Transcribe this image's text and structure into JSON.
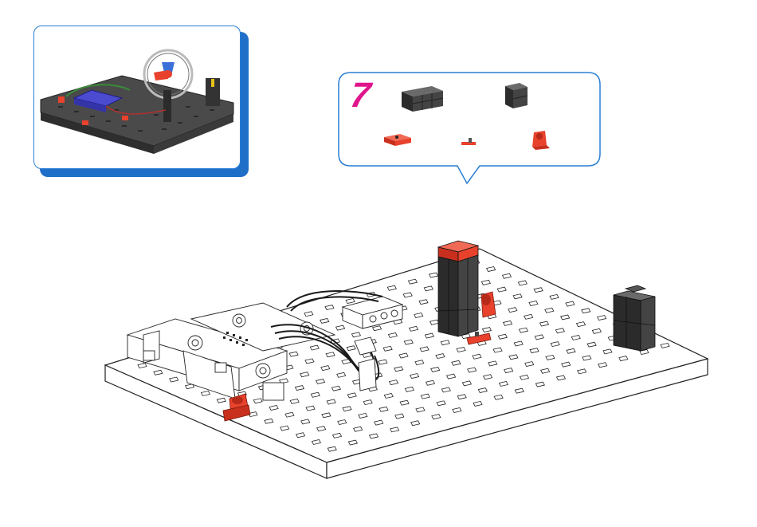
{
  "step": {
    "number": "7"
  },
  "parts_callout": {
    "parts": [
      {
        "name": "dark-grey-building-block-double"
      },
      {
        "name": "dark-grey-building-block-single"
      },
      {
        "name": "red-plate-small"
      },
      {
        "name": "red-connector-pin"
      },
      {
        "name": "red-angle-block"
      }
    ]
  },
  "colors": {
    "accent_blue": "#2a7fd4",
    "shadow_blue": "#1f6fc9",
    "step_magenta": "#e0158c",
    "part_red": "#e8412c",
    "part_dark": "#3a3a3a",
    "baseplate_line": "#222222"
  },
  "icons": [
    "preview-model-image",
    "assembly-illustration"
  ]
}
